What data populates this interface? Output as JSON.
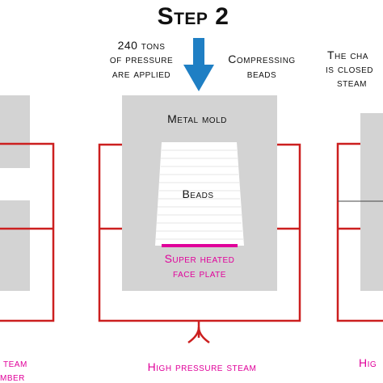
{
  "title": "Step 2",
  "pressure": {
    "line1": "240 tons",
    "line2": "of pressure",
    "line3": "are applied"
  },
  "compress": {
    "line1": "Compressing",
    "line2": "beads"
  },
  "right_note": {
    "line1": "The cha",
    "line2": "is closed",
    "line3": "steam"
  },
  "mold_label": "Metal mold",
  "beads_label": "Beads",
  "face_plate": {
    "line1": "Super heated",
    "line2": "face plate"
  },
  "steam_label": "High pressure steam",
  "left_steam": {
    "line1": "team",
    "line2": "mber"
  },
  "right_steam": "Hig",
  "colors": {
    "mold": "#d3d3d3",
    "pipe": "#cc1f1f",
    "arrow": "#1f7fc4",
    "magenta": "#e0009a",
    "text": "#111111"
  }
}
